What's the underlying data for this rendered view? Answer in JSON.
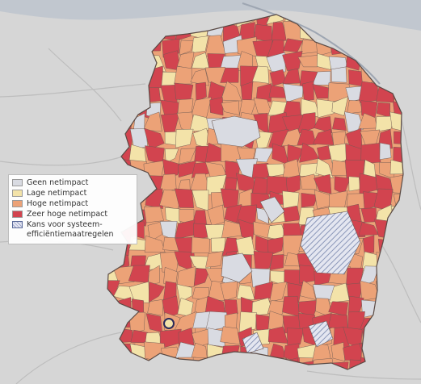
{
  "colors": {
    "background": "#d6d6d6",
    "water": "#c1c7cf",
    "road": "#bdbdbd",
    "boundary": "#6e5a53"
  },
  "legend": {
    "items": [
      {
        "label": "Geen netimpact",
        "color": "#d9dbe2"
      },
      {
        "label": "Lage netimpact",
        "color": "#f3e3a9"
      },
      {
        "label": "Hoge netimpact",
        "color": "#eca277"
      },
      {
        "label": "Zeer hoge netimpact",
        "color": "#d2444f"
      },
      {
        "label": "Kans voor systeem-\nefficiëntiemaatregelen",
        "color": "hatched"
      }
    ]
  }
}
